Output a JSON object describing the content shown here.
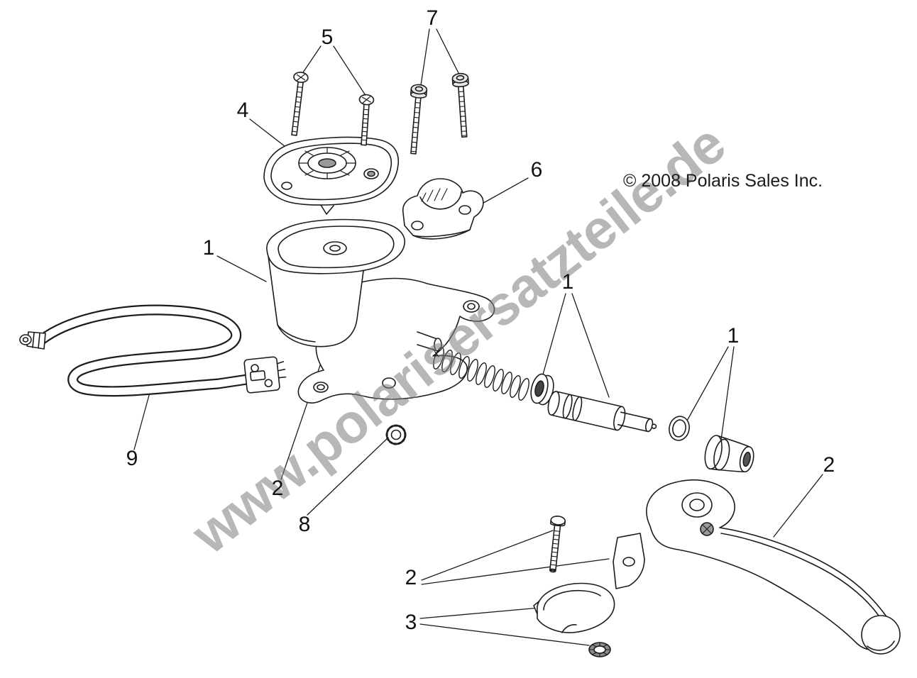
{
  "diagram": {
    "background_color": "#ffffff",
    "line_color": "#1c1c1c",
    "watermark": {
      "text": "www.polarisersatzteile.de",
      "color": "#7d7d7d"
    },
    "copyright": {
      "text": "© 2008 Polaris Sales Inc."
    },
    "callouts": [
      {
        "label": "7"
      },
      {
        "label": "5"
      },
      {
        "label": "4"
      },
      {
        "label": "6"
      },
      {
        "label": "1"
      },
      {
        "label": "1"
      },
      {
        "label": "1"
      },
      {
        "label": "2"
      },
      {
        "label": "9"
      },
      {
        "label": "2"
      },
      {
        "label": "8"
      },
      {
        "label": "2"
      },
      {
        "label": "3"
      }
    ],
    "parts": [
      "cover-screws",
      "clamp-screws",
      "reservoir-cover",
      "handlebar-clamp",
      "master-cylinder-body",
      "brake-line",
      "piston-spring",
      "cup-seal",
      "piston",
      "snap-ring",
      "o-ring",
      "boot-bushing",
      "brake-lever",
      "pivot-bracket",
      "pivot-screw",
      "lever-cover",
      "washer"
    ]
  }
}
